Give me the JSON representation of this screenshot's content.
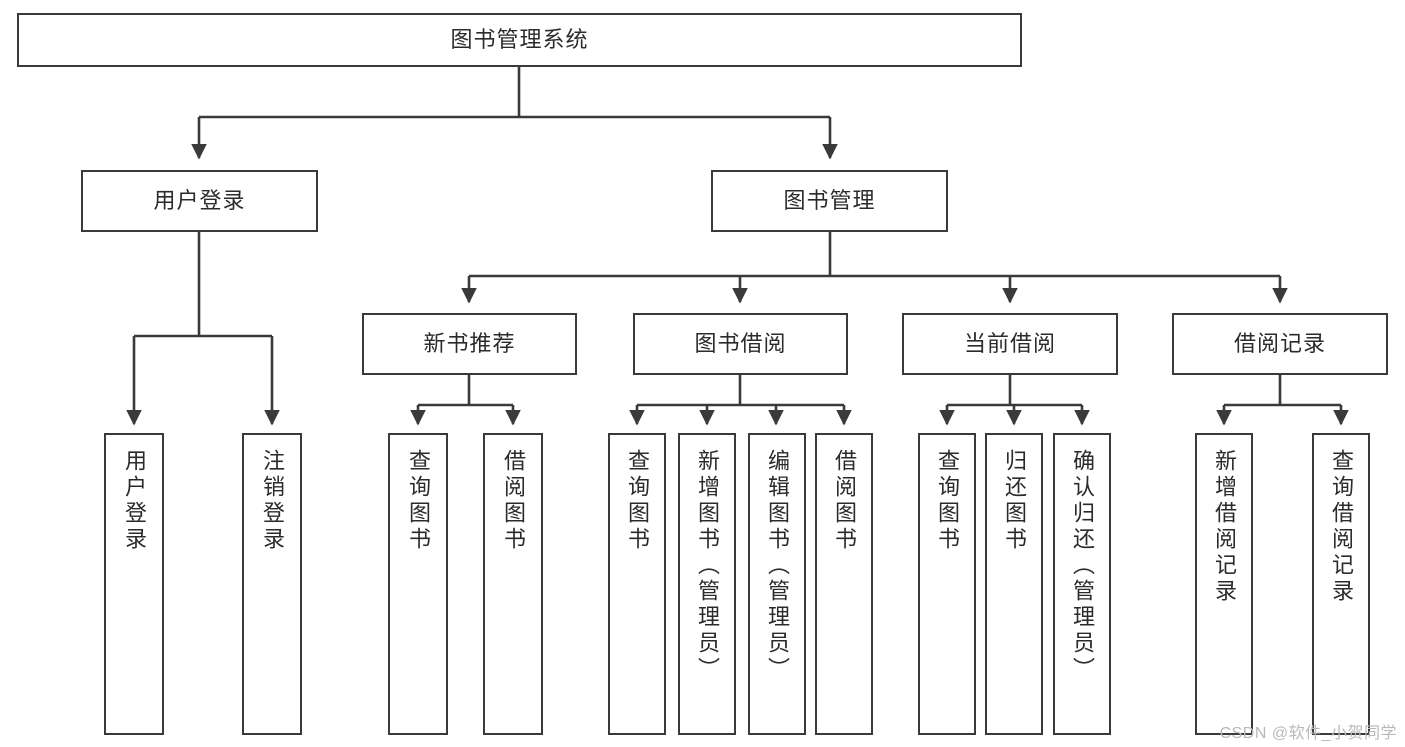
{
  "diagram": {
    "title": "图书管理系统",
    "type": "tree-hierarchy-chart",
    "colors": {
      "stroke": "#3a3a3a",
      "fill": "#ffffff",
      "text": "#2b2b2b",
      "watermark": "#b9b9b9"
    },
    "root": {
      "label": "图书管理系统"
    },
    "level2": [
      {
        "label": "用户登录"
      },
      {
        "label": "图书管理"
      }
    ],
    "level3": [
      {
        "label": "新书推荐"
      },
      {
        "label": "图书借阅"
      },
      {
        "label": "当前借阅"
      },
      {
        "label": "借阅记录"
      }
    ],
    "leaves": [
      {
        "label": "用户登录",
        "parent": "用户登录"
      },
      {
        "label": "注销登录",
        "parent": "用户登录"
      },
      {
        "label": "查询图书",
        "parent": "新书推荐"
      },
      {
        "label": "借阅图书",
        "parent": "新书推荐"
      },
      {
        "label": "查询图书",
        "parent": "图书借阅"
      },
      {
        "label": "新增图书（管理员）",
        "parent": "图书借阅"
      },
      {
        "label": "编辑图书（管理员）",
        "parent": "图书借阅"
      },
      {
        "label": "借阅图书",
        "parent": "图书借阅"
      },
      {
        "label": "查询图书",
        "parent": "当前借阅"
      },
      {
        "label": "归还图书",
        "parent": "当前借阅"
      },
      {
        "label": "确认归还（管理员）",
        "parent": "当前借阅"
      },
      {
        "label": "新增借阅记录",
        "parent": "借阅记录"
      },
      {
        "label": "查询借阅记录",
        "parent": "借阅记录"
      }
    ],
    "watermark": "CSDN @软件_小贺同学"
  }
}
